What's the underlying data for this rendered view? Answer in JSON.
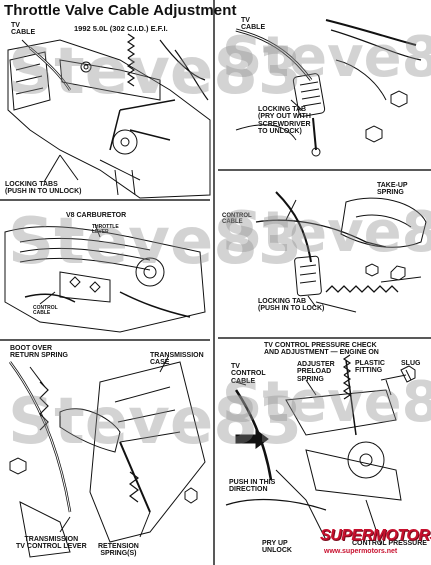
{
  "title": "Throttle Valve Cable Adjustment",
  "subtitle": "1992 5.0L (302 C.I.D.) E.F.I.",
  "watermark": "Steve83",
  "panels": {
    "top_left": {
      "tv_cable": "TV\nCABLE",
      "locking_tabs": "LOCKING TABS\n(PUSH IN TO UNLOCK)"
    },
    "top_right": {
      "tv_cable": "TV\nCABLE",
      "locking_tab": "LOCKING TAB\n(PRY OUT WITH\nSCREWDRIVER\nTO UNLOCK)"
    },
    "mid_left": {
      "v8_carburetor": "V8 CARBURETOR",
      "throttle_lever": "THROTTLE\nLEVER",
      "control_cable": "CONTROL\nCABLE"
    },
    "mid_right": {
      "take_up_spring": "TAKE-UP\nSPRING",
      "control_cable": "CONTROL\nCABLE",
      "locking_tab": "LOCKING TAB\n(PUSH IN TO LOCK)"
    },
    "bottom_left": {
      "boot_over_return_spring": "BOOT OVER\nRETURN SPRING",
      "transmission_case": "TRANSMISSION\nCASE",
      "transmission_tv_control_lever": "TRANSMISSION\nTV CONTROL LEVER",
      "retension_springs": "RETENSION\nSPRING(S)"
    },
    "bottom_right": {
      "header": "TV CONTROL PRESSURE CHECK\nAND ADJUSTMENT — ENGINE ON",
      "tv_control_cable": "TV\nCONTROL\nCABLE",
      "adjuster_preload_spring": "ADJUSTER\nPRELOAD\nSPRING",
      "plastic_fitting": "PLASTIC\nFITTING",
      "slug": "SLUG",
      "push_in_this_direction": "PUSH IN THIS\nDIRECTION",
      "pry_up_unlock": "PRY UP\nUNLOCK",
      "control_pressure": "CONTROL PRESSURE"
    }
  },
  "logo": {
    "name": "SUPERMOTORS",
    "url": "www.supermotors.net"
  }
}
